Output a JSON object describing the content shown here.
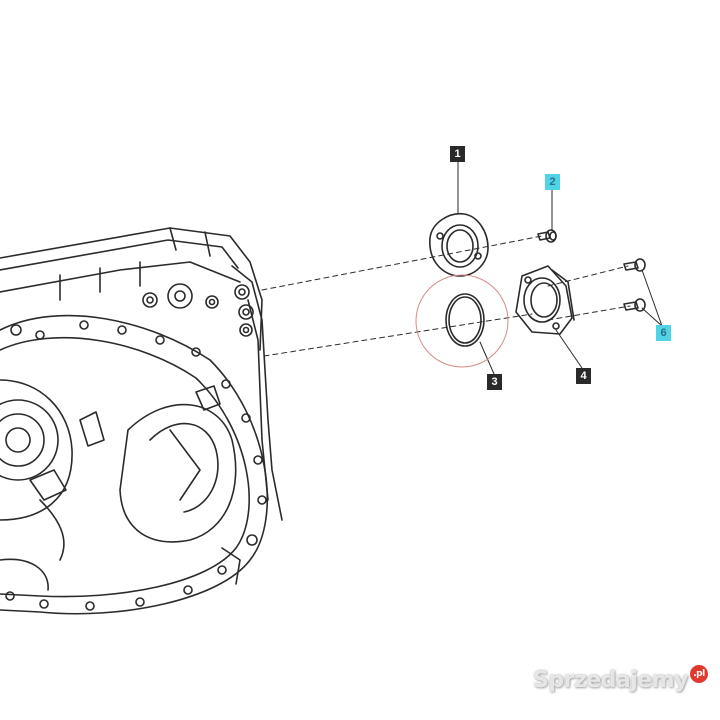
{
  "callouts": {
    "c1": "1",
    "c2": "2",
    "c3": "3",
    "c4": "4",
    "c6": "6"
  },
  "watermark": {
    "text": "Sprzedajemy",
    "badge": ".pl"
  },
  "colors": {
    "line": "#2b2b2b",
    "callout_dark": "#2a2a2a",
    "callout_cyan": "#4fd3e6",
    "highlight_circle": "#d98a8a",
    "watermark_badge": "#e03a2f"
  }
}
